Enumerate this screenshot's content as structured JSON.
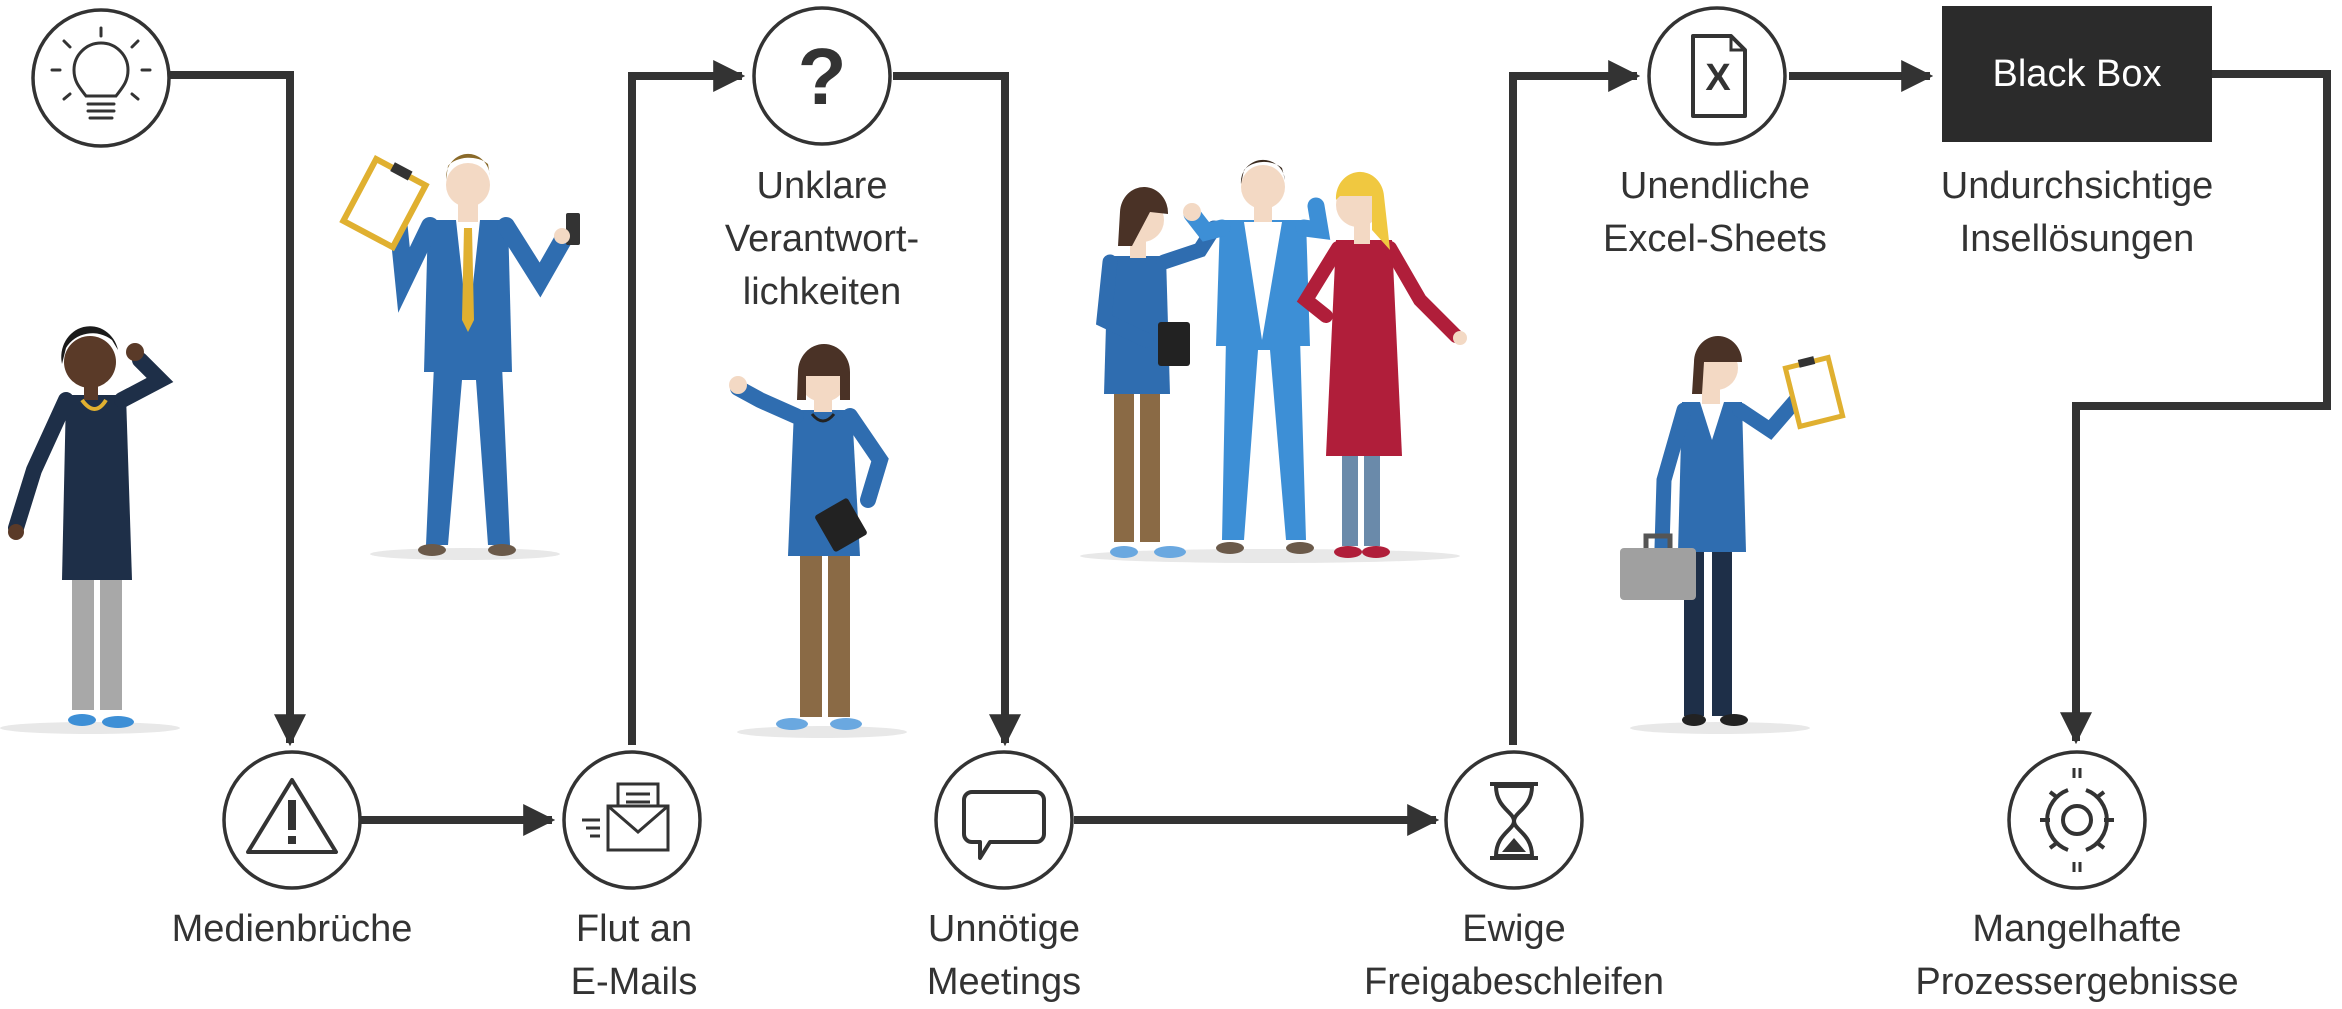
{
  "nodes": {
    "idea": {
      "icon": "lightbulb-icon"
    },
    "media": {
      "icon": "warning-triangle-icon",
      "label": [
        "Medienbrüche"
      ]
    },
    "emails": {
      "icon": "envelope-icon",
      "label": [
        "Flut an",
        "E-Mails"
      ]
    },
    "unclear": {
      "icon": "question-mark-icon",
      "label": [
        "Unklare",
        "Verantwort-",
        "lichkeiten"
      ]
    },
    "meetings": {
      "icon": "speech-bubble-icon",
      "label": [
        "Unnötige",
        "Meetings"
      ]
    },
    "approval": {
      "icon": "hourglass-icon",
      "label": [
        "Ewige",
        "Freigabeschleifen"
      ]
    },
    "excel": {
      "icon": "excel-sheet-icon",
      "label": [
        "Unendliche",
        "Excel-Sheets"
      ]
    },
    "blackbox": {
      "title": "Black Box",
      "label": [
        "Undurchsichtige",
        "Insellösungen"
      ]
    },
    "results": {
      "icon": "broken-gears-icon",
      "label": [
        "Mangelhafte",
        "Prozessergebnisse"
      ]
    }
  },
  "colors": {
    "line": "#333333",
    "box": "#2b2b2b",
    "suit_blue": "#2f6db0",
    "light_blue": "#3d8fd6",
    "navy": "#1e3a5f",
    "mustard": "#e0b030",
    "red_dress": "#b01e3a",
    "brown": "#8a6a45",
    "grey": "#a8a8a8",
    "skin": "#f3d9c4",
    "dark_skin": "#5a3a28"
  }
}
